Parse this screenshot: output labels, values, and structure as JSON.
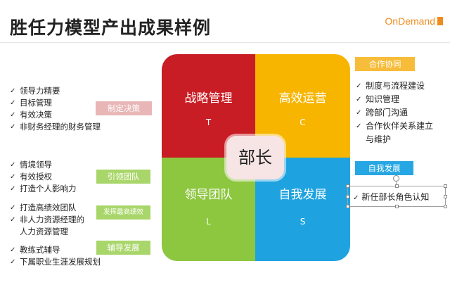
{
  "title": "胜任力模型产出成果样例",
  "logo": "OnDemand",
  "center": "部长",
  "quadrants": {
    "tl": {
      "title": "战略管理",
      "letter": "T"
    },
    "tr": {
      "title": "高效运营",
      "letter": "C"
    },
    "bl": {
      "title": "领导团队",
      "letter": "L"
    },
    "br": {
      "title": "自我发展",
      "letter": "S"
    }
  },
  "left": {
    "group1": {
      "items": [
        "领导力精要",
        "目标管理",
        "有效决策",
        "非财务经理的财务管理"
      ],
      "tag": "制定决策"
    },
    "group2": {
      "items": [
        "情境领导",
        "有效授权",
        "打造个人影响力"
      ],
      "tag": "引领团队"
    },
    "group3": {
      "items": [
        "打造高绩效团队",
        "非人力资源经理的",
        "人力资源管理"
      ],
      "tag": "发挥最高绩效"
    },
    "group4": {
      "items": [
        "教练式辅导",
        "下属职业生涯发展规划"
      ],
      "tag": "辅导发展"
    }
  },
  "right": {
    "group1": {
      "tag": "合作协同",
      "items": [
        "制度与流程建设",
        "知识管理",
        "跨部门沟通",
        "合作伙伴关系建立",
        "与维护"
      ]
    },
    "group2": {
      "tag": "自我发展",
      "items": [
        "新任部长角色认知"
      ]
    }
  },
  "colors": {
    "red": "#c81d25",
    "yellow": "#f7b500",
    "green": "#8dc63f",
    "blue": "#1fa3e0",
    "center": "#f7e4e4",
    "logo": "#f08c1e"
  }
}
